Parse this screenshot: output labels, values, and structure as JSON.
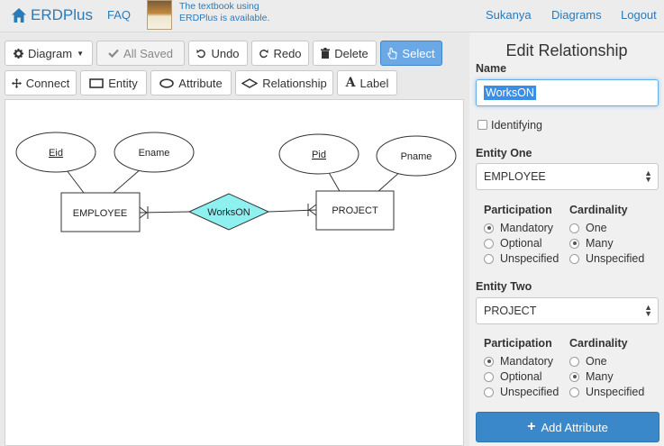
{
  "navbar": {
    "brand": "ERDPlus",
    "faq": "FAQ",
    "book_note_line1": "The textbook using",
    "book_note_line2": "ERDPlus is available.",
    "user": "Sukanya",
    "diagrams": "Diagrams",
    "logout": "Logout"
  },
  "toolbar": {
    "diagram": "Diagram",
    "saved": "All Saved",
    "undo": "Undo",
    "redo": "Redo",
    "delete": "Delete",
    "select": "Select",
    "connect": "Connect",
    "entity": "Entity",
    "attribute": "Attribute",
    "relationship": "Relationship",
    "label": "Label"
  },
  "diagram": {
    "entity_one": "EMPLOYEE",
    "entity_two": "PROJECT",
    "relationship": "WorksON",
    "attr_eid": "Eid",
    "attr_ename": "Ename",
    "attr_pid": "Pid",
    "attr_pname": "Pname"
  },
  "panel": {
    "title": "Edit Relationship",
    "name_label": "Name",
    "name_value": "WorksON",
    "identifying": "Identifying",
    "entity_one_label": "Entity One",
    "entity_one_value": "EMPLOYEE",
    "entity_two_label": "Entity Two",
    "entity_two_value": "PROJECT",
    "participation": "Participation",
    "cardinality": "Cardinality",
    "mandatory": "Mandatory",
    "optional": "Optional",
    "unspecified": "Unspecified",
    "one": "One",
    "many": "Many",
    "add_attribute": "Add Attribute"
  },
  "colors": {
    "link": "#2a7ab8",
    "relationship_fill": "#8ff0f0",
    "primary_button": "#3a87c9",
    "select_active": "#6aa9e6"
  }
}
